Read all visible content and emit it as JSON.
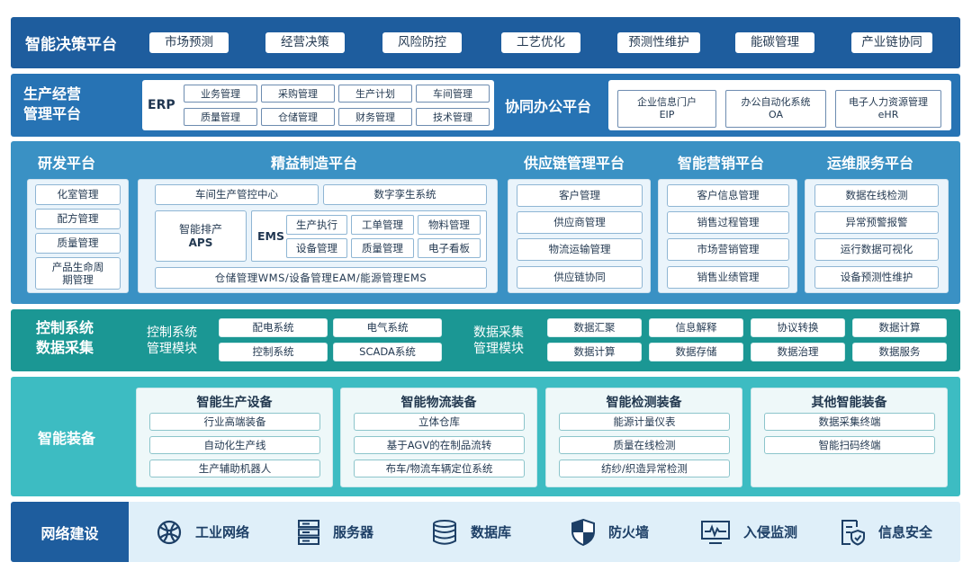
{
  "decision": {
    "title": "智能决策平台",
    "items": [
      "市场预测",
      "经营决策",
      "风险防控",
      "工艺优化",
      "预测性维护",
      "能碳管理",
      "产业链协同"
    ]
  },
  "production": {
    "title_line1": "生产经营",
    "title_line2": "管理平台",
    "erp": "ERP",
    "erp_items": [
      "业务管理",
      "采购管理",
      "生产计划",
      "车间管理",
      "质量管理",
      "仓储管理",
      "财务管理",
      "技术管理"
    ],
    "oa_title": "协同办公平台",
    "oa_items": [
      {
        "name": "企业信息门户",
        "code": "EIP"
      },
      {
        "name": "办公自动化系统",
        "code": "OA"
      },
      {
        "name": "电子人力资源管理",
        "code": "eHR"
      }
    ]
  },
  "platforms": {
    "rd": {
      "title": "研发平台",
      "items": [
        "化室管理",
        "配方管理",
        "质量管理",
        "产品生命周期管理"
      ]
    },
    "lean": {
      "title": "精益制造平台",
      "top": [
        "车间生产管控中心",
        "数字孪生系统"
      ],
      "aps_line1": "智能排产",
      "aps_line2": "APS",
      "ems": "EMS",
      "ems_items": [
        "生产执行",
        "工单管理",
        "物料管理",
        "设备管理",
        "质量管理",
        "电子看板"
      ],
      "bottom": "仓储管理WMS/设备管理EAM/能源管理EMS"
    },
    "scm": {
      "title": "供应链管理平台",
      "items": [
        "客户管理",
        "供应商管理",
        "物流运输管理",
        "供应链协同"
      ]
    },
    "marketing": {
      "title": "智能营销平台",
      "items": [
        "客户信息管理",
        "销售过程管理",
        "市场营销管理",
        "销售业绩管理"
      ]
    },
    "ops": {
      "title": "运维服务平台",
      "items": [
        "数据在线检测",
        "异常预警报警",
        "运行数据可视化",
        "设备预测性维护"
      ]
    }
  },
  "control": {
    "title_line1": "控制系统",
    "title_line2": "数据采集",
    "mod1_line1": "控制系统",
    "mod1_line2": "管理模块",
    "mod1_items": [
      "配电系统",
      "电气系统",
      "控制系统",
      "SCADA系统"
    ],
    "mod2_line1": "数据采集",
    "mod2_line2": "管理模块",
    "mod2_items": [
      "数据汇聚",
      "信息解释",
      "协议转换",
      "数据计算",
      "数据计算",
      "数据存储",
      "数据治理",
      "数据服务"
    ]
  },
  "equipment": {
    "title": "智能装备",
    "groups": [
      {
        "title": "智能生产设备",
        "items": [
          "行业高端装备",
          "自动化生产线",
          "生产辅助机器人"
        ]
      },
      {
        "title": "智能物流装备",
        "items": [
          "立体仓库",
          "基于AGV的在制品流转",
          "布车/物流车辆定位系统"
        ]
      },
      {
        "title": "智能检测装备",
        "items": [
          "能源计量仪表",
          "质量在线检测",
          "纺纱/织造异常检测"
        ]
      },
      {
        "title": "其他智能装备",
        "items": [
          "数据采集终端",
          "智能扫码终端"
        ]
      }
    ]
  },
  "network": {
    "title": "网络建设",
    "items": [
      {
        "label": "工业网络",
        "icon": "globe-icon"
      },
      {
        "label": "服务器",
        "icon": "server-icon"
      },
      {
        "label": "数据库",
        "icon": "database-icon"
      },
      {
        "label": "防火墙",
        "icon": "shield-icon"
      },
      {
        "label": "入侵监测",
        "icon": "monitor-icon"
      },
      {
        "label": "信息安全",
        "icon": "document-shield-icon"
      }
    ]
  },
  "colors": {
    "row1": "#1e5d9e",
    "row2": "#2773b4",
    "row3": "#3a91c4",
    "row4": "#1b9794",
    "row5": "#3dbcc2",
    "row6": "#dfeff9"
  }
}
